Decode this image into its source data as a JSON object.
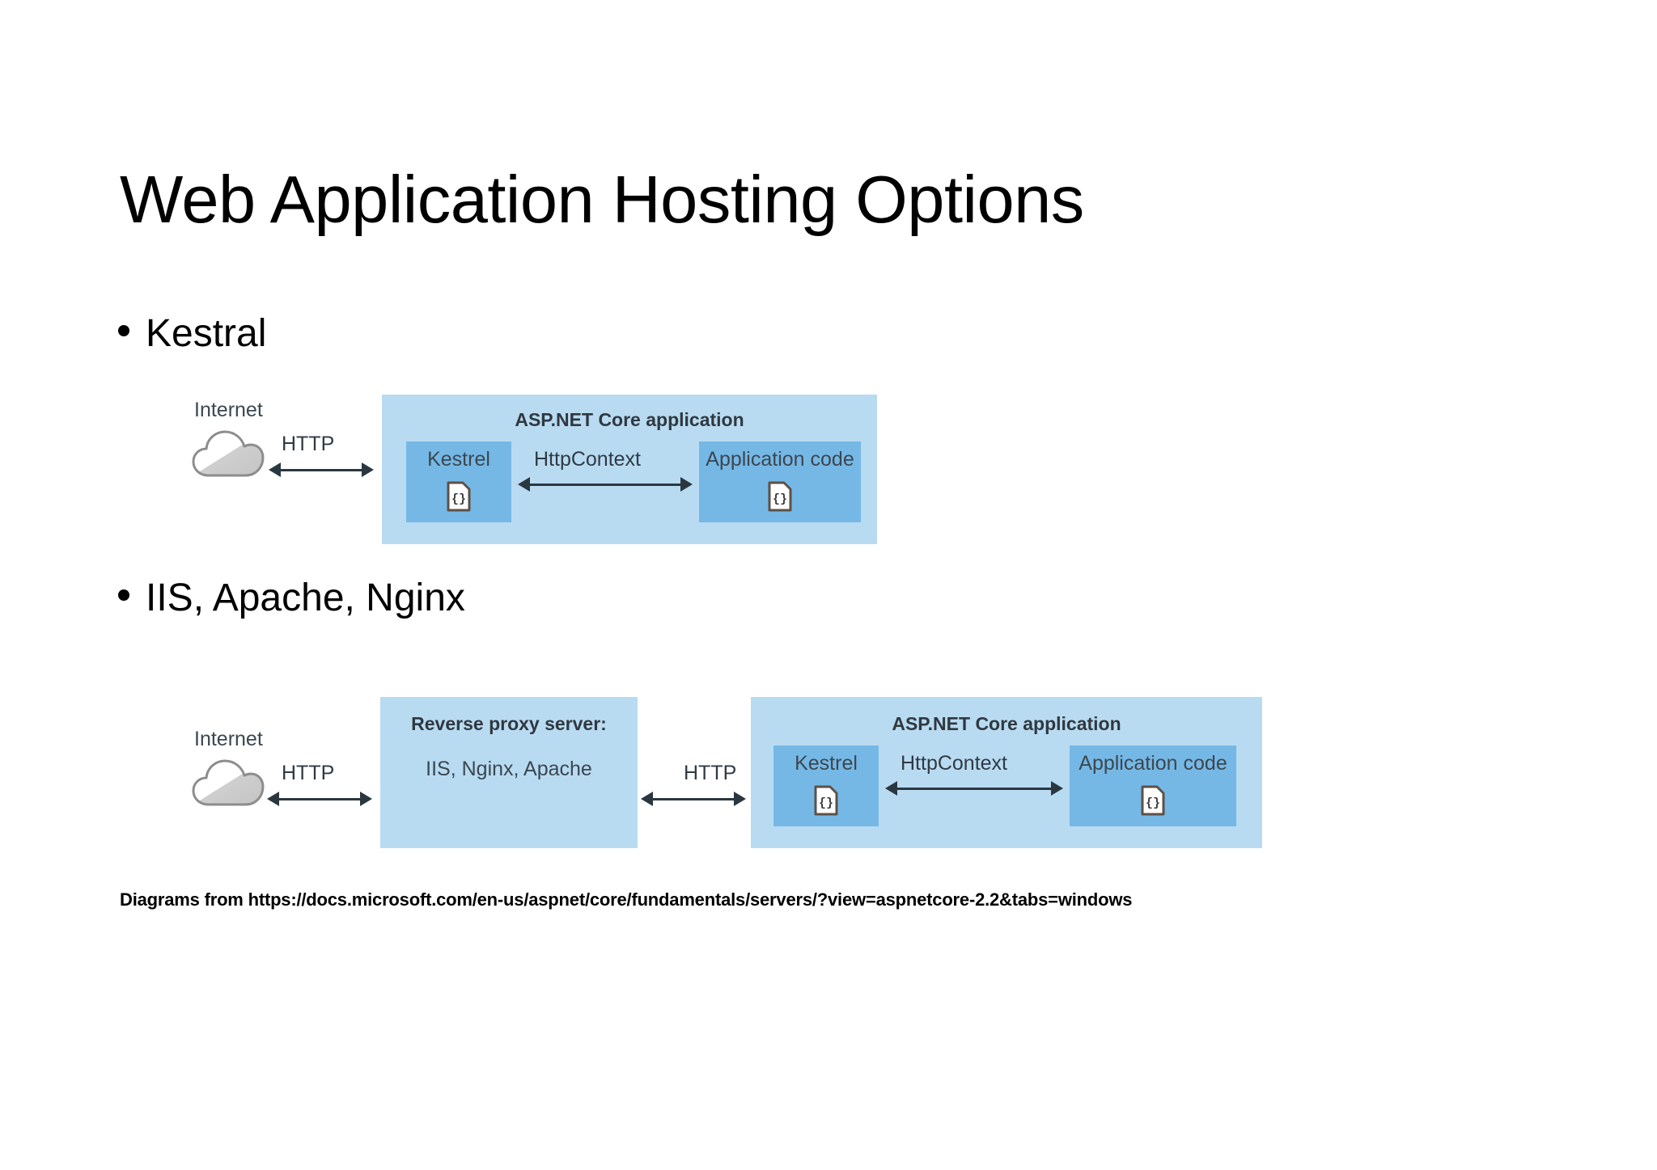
{
  "slide": {
    "title": "Web Application Hosting Options",
    "bullets": [
      {
        "label": "Kestral"
      },
      {
        "label": "IIS, Apache, Nginx"
      }
    ],
    "credit": "Diagrams from https://docs.microsoft.com/en-us/aspnet/core/fundamentals/servers/?view=aspnetcore-2.2&tabs=windows"
  },
  "colors": {
    "outer_box": "#b8dbf2",
    "inner_box": "#76b8e5",
    "text_dark": "#30383f",
    "arrow": "#2b3740",
    "cloud_outline": "#8d8d8d",
    "cloud_shade": "#cfcfcf",
    "background": "#ffffff"
  },
  "diagram_kestrel": {
    "name": "Kestrel direct hosting diagram",
    "cloud_label": "Internet",
    "arrow_internet_label": "HTTP",
    "container_title": "ASP.NET Core application",
    "kestrel_label": "Kestrel",
    "arrow_context_label": "HttpContext",
    "app_code_label": "Application code",
    "icons": {
      "cloud": "cloud-icon",
      "kestrel_code": "code-file-icon",
      "app_code": "code-file-icon"
    }
  },
  "diagram_proxy": {
    "name": "Reverse proxy hosting diagram",
    "cloud_label": "Internet",
    "arrow_internet_label": "HTTP",
    "proxy_title": "Reverse proxy server:",
    "proxy_servers": "IIS, Nginx, Apache",
    "arrow_proxy_label": "HTTP",
    "container_title": "ASP.NET Core application",
    "kestrel_label": "Kestrel",
    "arrow_context_label": "HttpContext",
    "app_code_label": "Application code",
    "icons": {
      "cloud": "cloud-icon",
      "kestrel_code": "code-file-icon",
      "app_code": "code-file-icon"
    }
  }
}
